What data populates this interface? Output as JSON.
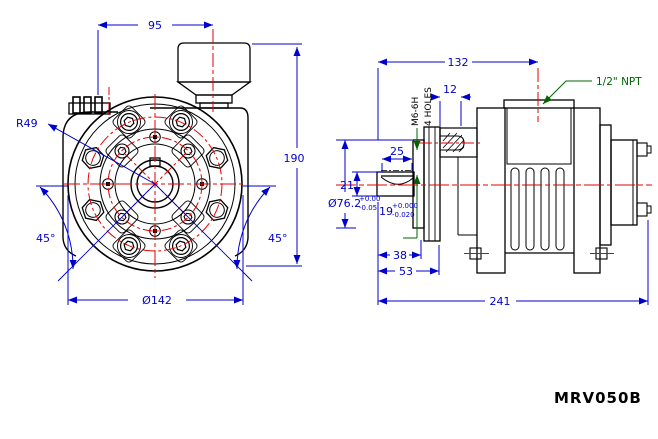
{
  "drawing_title": "MRV050B",
  "colors": {
    "outline": "#000000",
    "centerline": "#e60000",
    "dimension": "#0000cd",
    "annotation": "#006400",
    "background": "#ffffff"
  },
  "front_view": {
    "dimensions": {
      "bolt_span": "95",
      "overall_height": "190",
      "corner_radius": "R49",
      "angle_left": "45°",
      "angle_right": "45°",
      "flange_diameter": "Ø142"
    }
  },
  "side_view": {
    "dimensions": {
      "port_center": "132",
      "boss_width": "12",
      "tapped_thread": "M6-6H",
      "tapped_note": "4 HOLES",
      "port_thread": "1/2\" NPT",
      "key_length": "25",
      "shaft_flat_height": "21",
      "pilot_diameter": "Ø76.2",
      "pilot_tol_upper": "+0.00",
      "pilot_tol_lower": "-0.05",
      "shaft_diameter": "19",
      "shaft_tol_upper": "+0.000",
      "shaft_tol_lower": "-0.020",
      "shaft_length": "38",
      "flange_depth": "53",
      "overall_length": "241"
    }
  }
}
